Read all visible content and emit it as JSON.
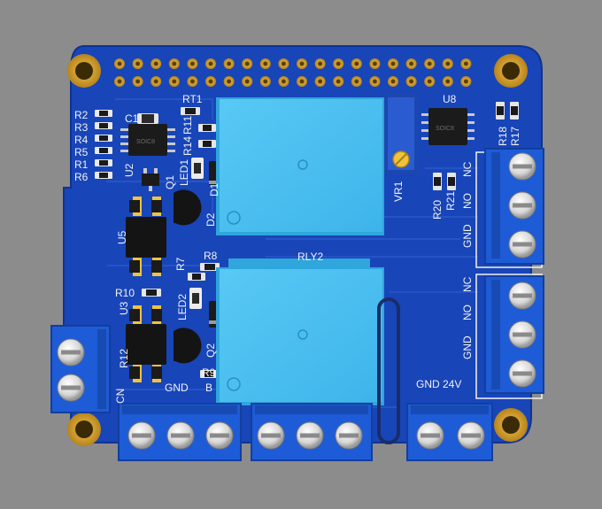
{
  "board": {
    "colors": {
      "background": "#8c8c8c",
      "pcb": "#1845b8",
      "silkscreen": "#f2f2f2",
      "pad_gold": "#d8a22a",
      "relay": "#46bff0",
      "terminal": "#1e5bd6",
      "potentiometer": "#1f4fb5"
    },
    "labels": {
      "r2": "R2",
      "r3": "R3",
      "r4": "R4",
      "r5": "R5",
      "r1": "R1",
      "r6": "R6",
      "c1": "C1",
      "u2": "U2",
      "rt1": "RT1",
      "r11": "R11",
      "r14": "R14",
      "led1": "LED1",
      "q1": "Q1",
      "d1": "D1",
      "d2": "D2",
      "u5": "U5",
      "r8": "R8",
      "r7": "R7",
      "r10": "R10",
      "led2": "LED2",
      "u3": "U3",
      "q2": "Q2",
      "r12": "R12",
      "r9": "R9",
      "cn": "CN",
      "gnd_b_gnd": "GND",
      "gnd_b_b": "B",
      "rly2": "RLY2",
      "u8": "U8",
      "vr1": "VR1",
      "r18": "R18",
      "r17": "R17",
      "r20": "R20",
      "r21": "R21",
      "nc1": "NC",
      "no1": "NO",
      "gnd1": "GND",
      "nc2": "NC",
      "no2": "NO",
      "gnd2": "GND",
      "gnd24v": "GND 24V",
      "chip_u2": "SOIC8",
      "chip_u8": "SOIC8"
    }
  }
}
